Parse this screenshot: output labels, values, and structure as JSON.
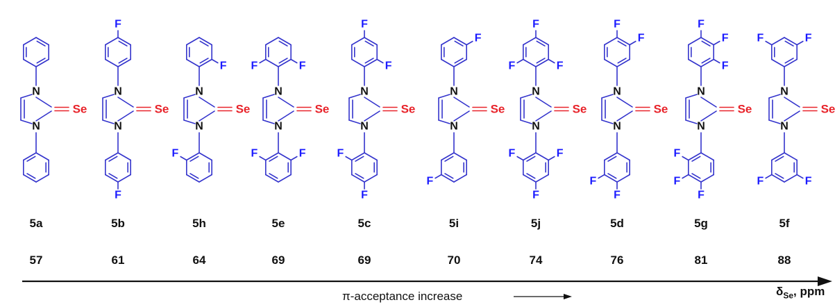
{
  "compounds": [
    {
      "label": "5a",
      "value": "57",
      "top": [],
      "bottom": []
    },
    {
      "label": "5b",
      "value": "61",
      "top": [
        "p"
      ],
      "bottom": [
        "p"
      ]
    },
    {
      "label": "5h",
      "value": "64",
      "top": [
        "o1"
      ],
      "bottom": [
        "o1"
      ]
    },
    {
      "label": "5e",
      "value": "69",
      "top": [
        "o1",
        "o2"
      ],
      "bottom": [
        "o1",
        "o2"
      ]
    },
    {
      "label": "5c",
      "value": "69",
      "top": [
        "o1",
        "p"
      ],
      "bottom": [
        "o1",
        "p"
      ]
    },
    {
      "label": "5i",
      "value": "70",
      "top": [
        "m1"
      ],
      "bottom": [
        "m1"
      ]
    },
    {
      "label": "5j",
      "value": "74",
      "top": [
        "o1",
        "o2",
        "p"
      ],
      "bottom": [
        "o1",
        "o2",
        "p"
      ]
    },
    {
      "label": "5d",
      "value": "76",
      "top": [
        "m1",
        "p"
      ],
      "bottom": [
        "m1",
        "p"
      ]
    },
    {
      "label": "5g",
      "value": "81",
      "top": [
        "o1",
        "m1",
        "p"
      ],
      "bottom": [
        "o1",
        "m1",
        "p"
      ]
    },
    {
      "label": "5f",
      "value": "88",
      "top": [
        "m1",
        "m2"
      ],
      "bottom": [
        "m1",
        "m2"
      ]
    }
  ],
  "atoms": {
    "nitrogen": "N",
    "selenium": "Se",
    "fluorine": "F"
  },
  "axis": {
    "caption": "π-acceptance increase",
    "unit_symbol": "δ",
    "unit_subscript": "Se",
    "unit_suffix": ", ppm"
  },
  "colors": {
    "ring": "#3333cc",
    "selenium": "#e8232a",
    "fluorine": "#1a1aff",
    "text": "#111111"
  }
}
